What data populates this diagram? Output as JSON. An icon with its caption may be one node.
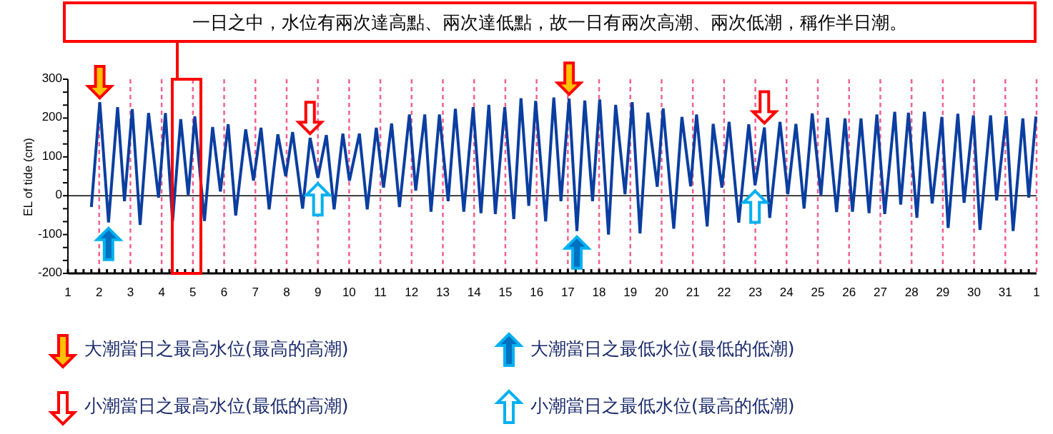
{
  "diagram": {
    "nodes": [
      {
        "text": [
          "一日之中，水位有兩次達高點、兩次達低點，故一日有兩次高潮、兩次低潮，稱作半日潮。"
        ]
      },
      {
        "text": [],
        "shape": "box"
      }
    ],
    "edges": [
      {
        "from": 0,
        "to": 1,
        "arrow": "none"
      }
    ],
    "labels": [
      "1"
    ],
    "legend": [
      {
        "text": "大潮當日之最高水位(最高的高潮)"
      },
      {
        "text": "大潮當日之最低水位(最低的低潮)"
      },
      {
        "text": "小潮當日之最高水位(最低的高潮)"
      },
      {
        "text": "小潮當日之最低水位(最高的低潮)"
      }
    ],
    "chart_data": {
      "type": "line",
      "ylabel": "EL of tide (cm)",
      "xlim": [
        1,
        32
      ],
      "ylim": [
        -200,
        300
      ],
      "xticks": [
        1,
        2,
        3,
        4,
        5,
        6,
        7,
        8,
        9,
        10,
        11,
        12,
        13,
        14,
        15,
        16,
        17,
        18,
        19,
        20,
        21,
        22,
        23,
        24,
        25,
        26,
        27,
        28,
        29,
        30,
        31
      ],
      "yticks": [
        -200,
        -100,
        0,
        100,
        200,
        300
      ],
      "grid": true,
      "x": [
        1.75,
        2.02,
        2.3,
        2.59,
        2.81,
        3.06,
        3.31,
        3.58,
        3.9,
        4.12,
        4.35,
        4.61,
        4.85,
        5.06,
        5.37,
        5.63,
        5.88,
        6.13,
        6.37,
        6.69,
        6.94,
        7.18,
        7.44,
        7.72,
        7.97,
        8.19,
        8.51,
        8.75,
        9.0,
        9.27,
        9.52,
        9.8,
        10.01,
        10.33,
        10.58,
        10.87,
        11.1,
        11.36,
        11.61,
        11.93,
        12.13,
        12.42,
        12.62,
        12.89,
        13.17,
        13.4,
        13.67,
        13.97,
        14.22,
        14.47,
        14.68,
        14.98,
        15.27,
        15.5,
        15.75,
        15.97,
        16.29,
        16.55,
        16.78,
        17.04,
        17.29,
        17.54,
        17.79,
        18.02,
        18.3,
        18.53,
        18.83,
        19.06,
        19.31,
        19.56,
        19.86,
        20.05,
        20.39,
        20.65,
        20.93,
        21.12,
        21.46,
        21.65,
        21.93,
        22.16,
        22.47,
        22.79,
        22.99,
        23.29,
        23.46,
        23.79,
        24.04,
        24.3,
        24.56,
        24.82,
        25.1,
        25.31,
        25.6,
        25.87,
        26.11,
        26.38,
        26.64,
        26.89,
        27.14,
        27.46,
        27.65,
        27.9,
        28.17,
        28.41,
        28.66,
        28.97,
        29.17,
        29.48,
        29.68,
        29.98,
        30.19,
        30.53,
        30.72,
        31.03,
        31.25,
        31.56,
        31.75,
        31.98
      ],
      "series": [
        {
          "color": "#0a3ea0",
          "values": [
            -29,
            241,
            -69,
            228,
            -14,
            223,
            -75,
            213,
            -5,
            213,
            -66,
            197,
            2,
            204,
            -65,
            177,
            11,
            184,
            -51,
            171,
            39,
            175,
            -35,
            158,
            50,
            164,
            -33,
            149,
            46,
            156,
            -35,
            160,
            39,
            160,
            -35,
            175,
            21,
            186,
            -29,
            209,
            13,
            209,
            -41,
            209,
            -14,
            224,
            -41,
            228,
            -45,
            234,
            -47,
            228,
            -60,
            251,
            -26,
            244,
            -66,
            253,
            -14,
            250,
            -91,
            245,
            -14,
            248,
            -100,
            234,
            4,
            241,
            -97,
            214,
            23,
            225,
            -85,
            203,
            24,
            209,
            -79,
            185,
            21,
            190,
            -69,
            184,
            27,
            176,
            -57,
            190,
            4,
            185,
            -33,
            212,
            2,
            201,
            -42,
            199,
            -41,
            199,
            -45,
            209,
            -47,
            216,
            -23,
            214,
            -57,
            216,
            -20,
            203,
            -83,
            211,
            -18,
            207,
            -88,
            207,
            -12,
            205,
            -91,
            199,
            -5,
            204
          ]
        }
      ]
    }
  }
}
